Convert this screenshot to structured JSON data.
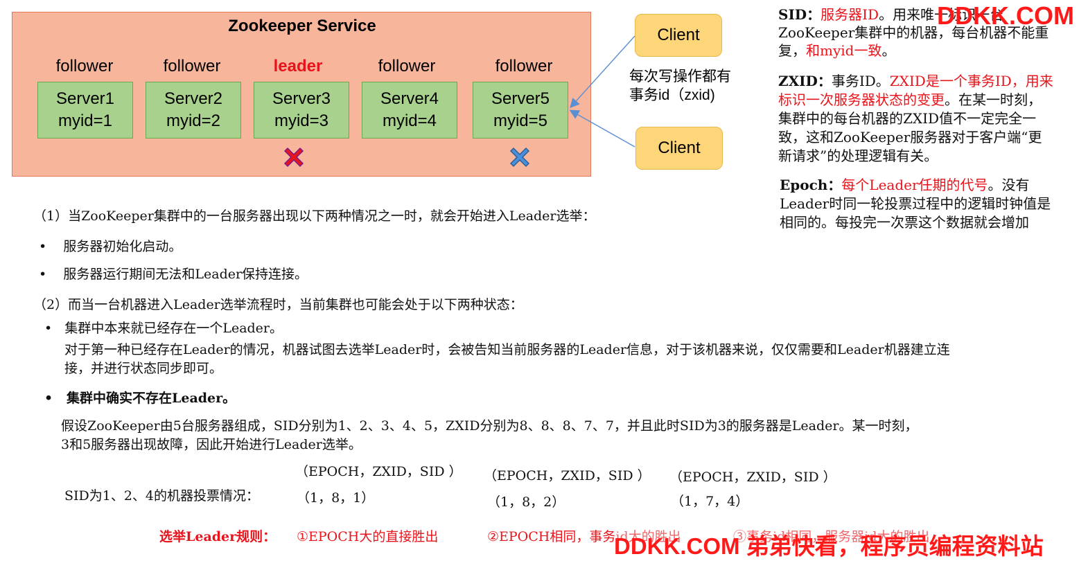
{
  "diagram": {
    "service_title": "Zookeeper Service",
    "servers": [
      {
        "role": "follower",
        "name": "Server1",
        "myid": "myid=1",
        "is_leader": false
      },
      {
        "role": "follower",
        "name": "Server2",
        "myid": "myid=2",
        "is_leader": false
      },
      {
        "role": "leader",
        "name": "Server3",
        "myid": "myid=3",
        "is_leader": true
      },
      {
        "role": "follower",
        "name": "Server4",
        "myid": "myid=4",
        "is_leader": false
      },
      {
        "role": "follower",
        "name": "Server5",
        "myid": "myid=5",
        "is_leader": false
      }
    ],
    "clients": [
      "Client",
      "Client"
    ],
    "write_note_line1": "每次写操作都有",
    "write_note_line2": "事务id（zxid)",
    "fail_marks": [
      {
        "server": "Server3",
        "color": "#e8141b",
        "icon": "red-x-icon"
      },
      {
        "server": "Server5",
        "color": "#4a90d9",
        "icon": "blue-x-icon"
      }
    ],
    "colors": {
      "service_bg": "#f7b59c",
      "server_bg": "#a9d18e",
      "client_bg": "#fed67a",
      "accent_red": "#e8141b"
    }
  },
  "definitions": {
    "sid": {
      "label": "SID：",
      "red": "服务器ID",
      "text_line1_rest": "。用来唯一标识一台",
      "line2": "ZooKeeper集群中的机器，每台机器不能重",
      "line3_a": "复，",
      "line3_red": "和myid一致",
      "line3_b": "。"
    },
    "zxid": {
      "label": "ZXID：",
      "text1": "事务ID。",
      "red1": "ZXID是一个事务ID，用来",
      "red2": "标识一次服务器状态的变更",
      "text2": "。在某一时刻，",
      "line3": "集群中的每台机器的ZXID值不一定完全一",
      "line4": "致，这和ZooKeeper服务器对于客户端“更",
      "line5": "新请求”的处理逻辑有关。"
    },
    "epoch": {
      "label": "Epoch：",
      "red": "每个Leader任期的代号",
      "text1": "。没有",
      "line2": "Leader时同一轮投票过程中的逻辑时钟值是",
      "line3": "相同的。每投完一次票这个数据就会增加"
    }
  },
  "body": {
    "p1": "（1）当ZooKeeper集群中的一台服务器出现以下两种情况之一时，就会开始进入Leader选举：",
    "bullets1": [
      "服务器初始化启动。",
      "服务器运行期间无法和Leader保持连接。"
    ],
    "p2": "（2）而当一台机器进入Leader选举流程时，当前集群也可能会处于以下两种状态：",
    "state1_title": "集群中本来就已经存在一个Leader。",
    "state1_desc1": "对于第一种已经存在Leader的情况，机器试图去选举Leader时，会被告知当前服务器的Leader信息，对于该机器来说，仅仅需要和Leader机器建立连",
    "state1_desc2": "接，并进行状态同步即可。",
    "state2_title": "集群中确实不存在Leader。",
    "state2_desc1": "假设ZooKeeper由5台服务器组成，SID分别为1、2、3、4、5，ZXID分别为8、8、8、7、7，并且此时SID为3的服务器是Leader。某一时刻，",
    "state2_desc2": "3和5服务器出现故障，因此开始进行Leader选举。",
    "vote_label": "SID为1、2、4的机器投票情况：",
    "votes": [
      {
        "header": "（EPOCH，ZXID，SID ）",
        "value": "（1，8，1）"
      },
      {
        "header": "（EPOCH，ZXID，SID ）",
        "value": "（1，8，2）"
      },
      {
        "header": "（EPOCH，ZXID，SID ）",
        "value": "（1，7，4）"
      }
    ],
    "rules_label": "选举Leader规则：",
    "rule1": "①EPOCH大的直接胜出",
    "rule2": "②EPOCH相同，事务id大的胜出",
    "rule3": "③事务id相同，服务器id大的胜出"
  },
  "watermarks": {
    "top": "DDKK.COM",
    "bottom": "DDKK.COM 弟弟快看，程序员编程资料站"
  }
}
